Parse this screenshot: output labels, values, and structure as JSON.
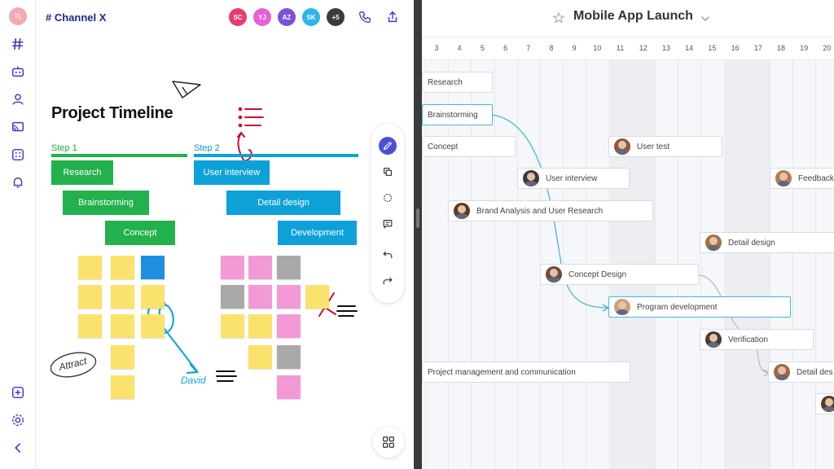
{
  "rail": {
    "avatar_initials": "TL",
    "icons": [
      "channel-hash-icon",
      "bot-icon",
      "person-icon",
      "cast-icon",
      "apps-grid-icon",
      "bell-icon",
      "add-square-icon",
      "settings-icon",
      "collapse-chevron-icon"
    ]
  },
  "whiteboard": {
    "channel_name": "# Channel X",
    "participants": [
      {
        "initials": "SC",
        "color": "#e63c6e"
      },
      {
        "initials": "YJ",
        "color": "#e85fd6"
      },
      {
        "initials": "AZ",
        "color": "#7a52d9"
      },
      {
        "initials": "SK",
        "color": "#2fb6e8"
      },
      {
        "initials": "+5",
        "color": "#3b3b3b"
      }
    ],
    "call_icon": "phone-icon",
    "share_icon": "share-icon",
    "board_title": "Project Timeline",
    "step1_label": "Step 1",
    "step2_label": "Step 2",
    "step1_color": "#22b14c",
    "step2_color": "#0ea1d8",
    "boxes_green": [
      "Research",
      "Brainstorming",
      "Concept"
    ],
    "boxes_blue": [
      "User interview",
      "Detail design",
      "Development"
    ],
    "annotation_attract": "Attract",
    "annotation_david": "David",
    "toolbar_icons": [
      "pen-icon",
      "copy-icon",
      "lasso-icon",
      "comment-icon",
      "undo-icon",
      "redo-icon"
    ],
    "grid_icon": "apps-grid-icon"
  },
  "gantt": {
    "title": "Mobile App Launch",
    "days": [
      "3",
      "4",
      "5",
      "6",
      "7",
      "8",
      "9",
      "10",
      "11",
      "12",
      "13",
      "14",
      "15",
      "16",
      "17",
      "18",
      "19",
      "20"
    ],
    "tasks": [
      {
        "label": "Research",
        "avatar": false
      },
      {
        "label": "Brainstorming",
        "avatar": false
      },
      {
        "label": "Concept",
        "avatar": false
      },
      {
        "label": "User test",
        "avatar": true
      },
      {
        "label": "User interview",
        "avatar": true
      },
      {
        "label": "Feedback",
        "avatar": true
      },
      {
        "label": "Brand Analysis and User Research",
        "avatar": true
      },
      {
        "label": "Detail design",
        "avatar": true
      },
      {
        "label": "Concept Design",
        "avatar": true
      },
      {
        "label": "Program development",
        "avatar": true
      },
      {
        "label": "Verification",
        "avatar": true
      },
      {
        "label": "Project management and communication",
        "avatar": false
      },
      {
        "label": "Detail des",
        "avatar": true
      }
    ],
    "link_color": "#4ab3e2"
  }
}
